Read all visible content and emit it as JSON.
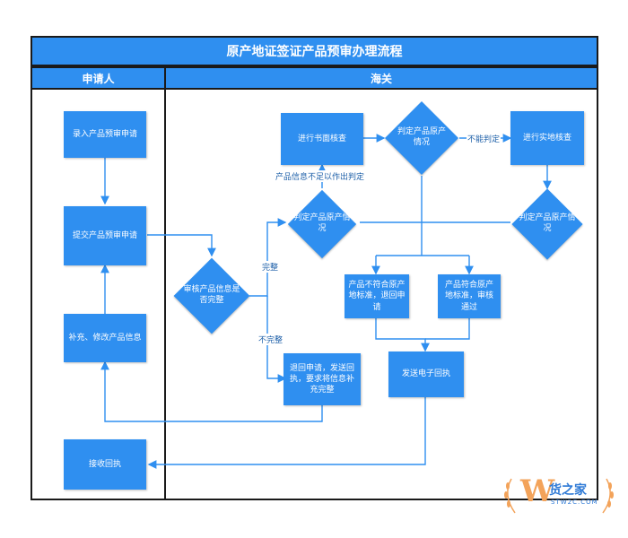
{
  "title": "原产地证签证产品预审办理流程",
  "lanes": {
    "applicant": "申请人",
    "customs": "海关"
  },
  "nodes": {
    "enter_application": "录入产品预审申请",
    "submit_application": "提交产品预审申请",
    "supplement_info": "补充、修改产品信息",
    "receive_receipt": "接收回执",
    "review_info": "审核产品信息是否完整",
    "return_application": "退回申请，发送回执，要求将信息补充完整",
    "decide_origin_left": "判定产品原产情况",
    "document_review": "进行书面核查",
    "decide_origin_top": "判定产品原产情况",
    "field_check": "进行实地核查",
    "decide_origin_right": "判定产品原产情况",
    "not_conform": "产品不符合原产地标准，退回申请",
    "conform": "产品符合原产地标准，审核通过",
    "send_receipt": "发送电子回执"
  },
  "edge_labels": {
    "complete": "完整",
    "incomplete": "不完整",
    "info_insufficient": "产品信息不足以作出判定",
    "cannot_decide": "不能判定"
  },
  "watermark": {
    "mark": "W",
    "text": "货之家",
    "site": "STW2C.COM"
  },
  "colors": {
    "accent": "#2f8ff0",
    "line": "#2f8ff0",
    "border": "#1a1a1a"
  }
}
